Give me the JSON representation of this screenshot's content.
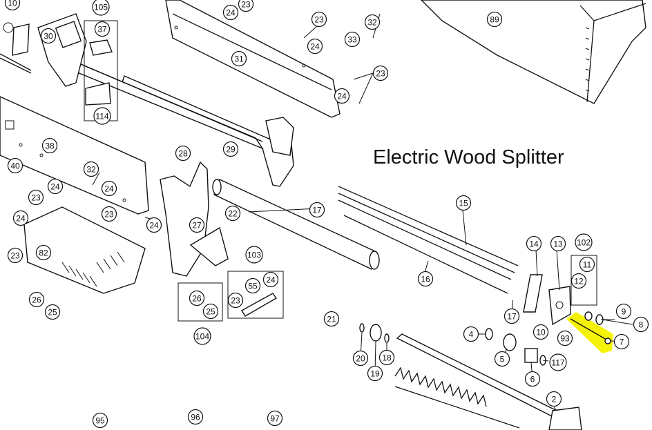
{
  "title": "Electric Wood Splitter",
  "highlight_color": "#f5f20a",
  "highlighted_part": "7",
  "callouts": [
    "10",
    "105",
    "37",
    "30",
    "31",
    "23",
    "24",
    "32",
    "33",
    "89",
    "114",
    "38",
    "29",
    "40",
    "28",
    "22",
    "17",
    "15",
    "82",
    "27",
    "103",
    "55",
    "14",
    "13",
    "102",
    "11",
    "12",
    "16",
    "26",
    "25",
    "104",
    "21",
    "20",
    "19",
    "18",
    "4",
    "5",
    "6",
    "117",
    "9",
    "8",
    "93",
    "95",
    "96",
    "97",
    "2"
  ]
}
